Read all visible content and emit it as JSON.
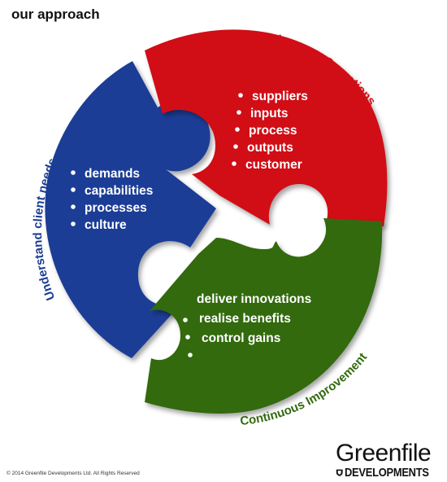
{
  "title": "our approach",
  "colors": {
    "understand": "#1b3d96",
    "operations": "#d10f19",
    "improvement": "#336b10",
    "shadow": "#9a9a9a"
  },
  "segments": {
    "understand": {
      "label": "Understand client needs",
      "items": [
        "demands",
        "capabilities",
        "processes",
        "culture"
      ]
    },
    "operations": {
      "label": "Improve Operations",
      "items": [
        "suppliers",
        "inputs",
        "process",
        "outputs",
        "customer"
      ]
    },
    "improvement": {
      "label": "Continuous Improvement",
      "items": [
        "deliver innovations",
        "realise benefits",
        "control gains"
      ]
    }
  },
  "footer": {
    "copyright": "© 2014 Greenfile Developments Ltd.  All Rights Reserved"
  },
  "logo": {
    "line1": "Greenfile",
    "line2": "DEVELOPMENTS",
    "icon": "shield-icon"
  }
}
